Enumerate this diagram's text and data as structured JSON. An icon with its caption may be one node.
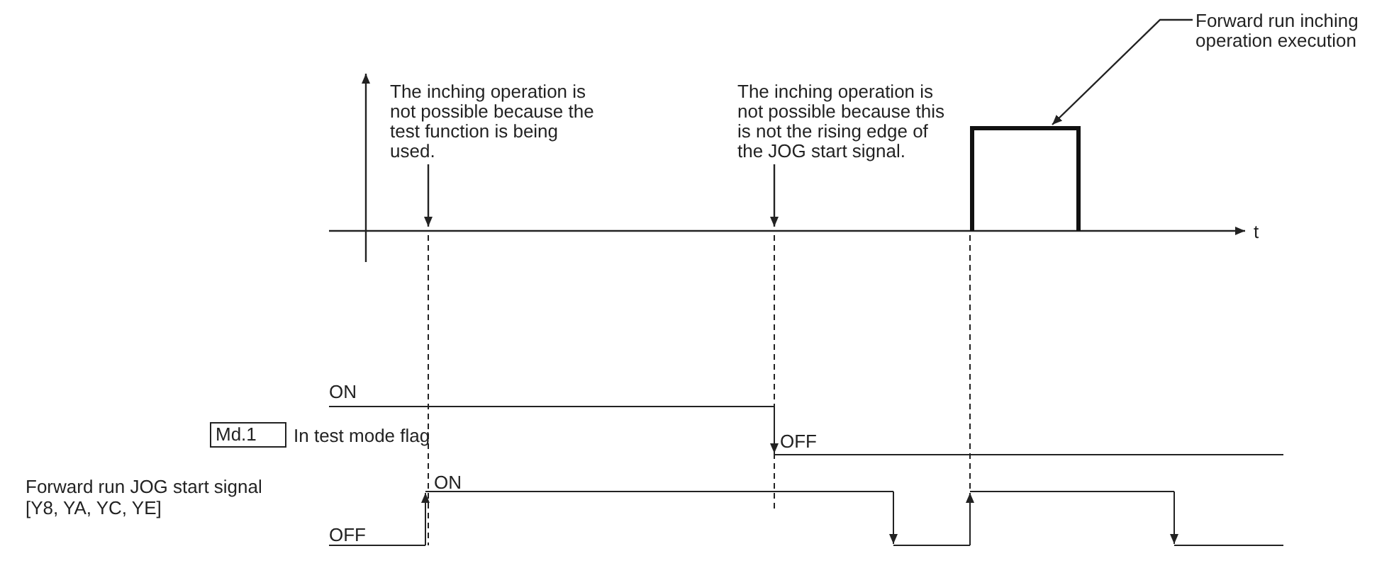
{
  "diagram": {
    "nodes": [
      {
        "text": [
          "The inching operation is not possible because the test function is being used."
        ]
      },
      {
        "text": [
          "The inching operation is not possible because this is not the rising edge of the JOG start signal."
        ]
      },
      {
        "text": [
          "Forward run inching operation execution"
        ]
      },
      {
        "text": [],
        "shape": "box"
      },
      {
        "text": [
          "Md.1"
        ],
        "beside": [
          "In test mode flag"
        ]
      }
    ],
    "edges": [
      {
        "from": 0,
        "to": null,
        "arrow": "to"
      },
      {
        "from": 1,
        "to": null,
        "arrow": "to"
      },
      {
        "from": 2,
        "to": 3,
        "arrow": "to"
      }
    ],
    "labels": [
      "t",
      "ON",
      "OFF",
      "Forward run JOG start signal [Y8, YA, YC, YE]",
      "ON",
      "OFF"
    ]
  }
}
